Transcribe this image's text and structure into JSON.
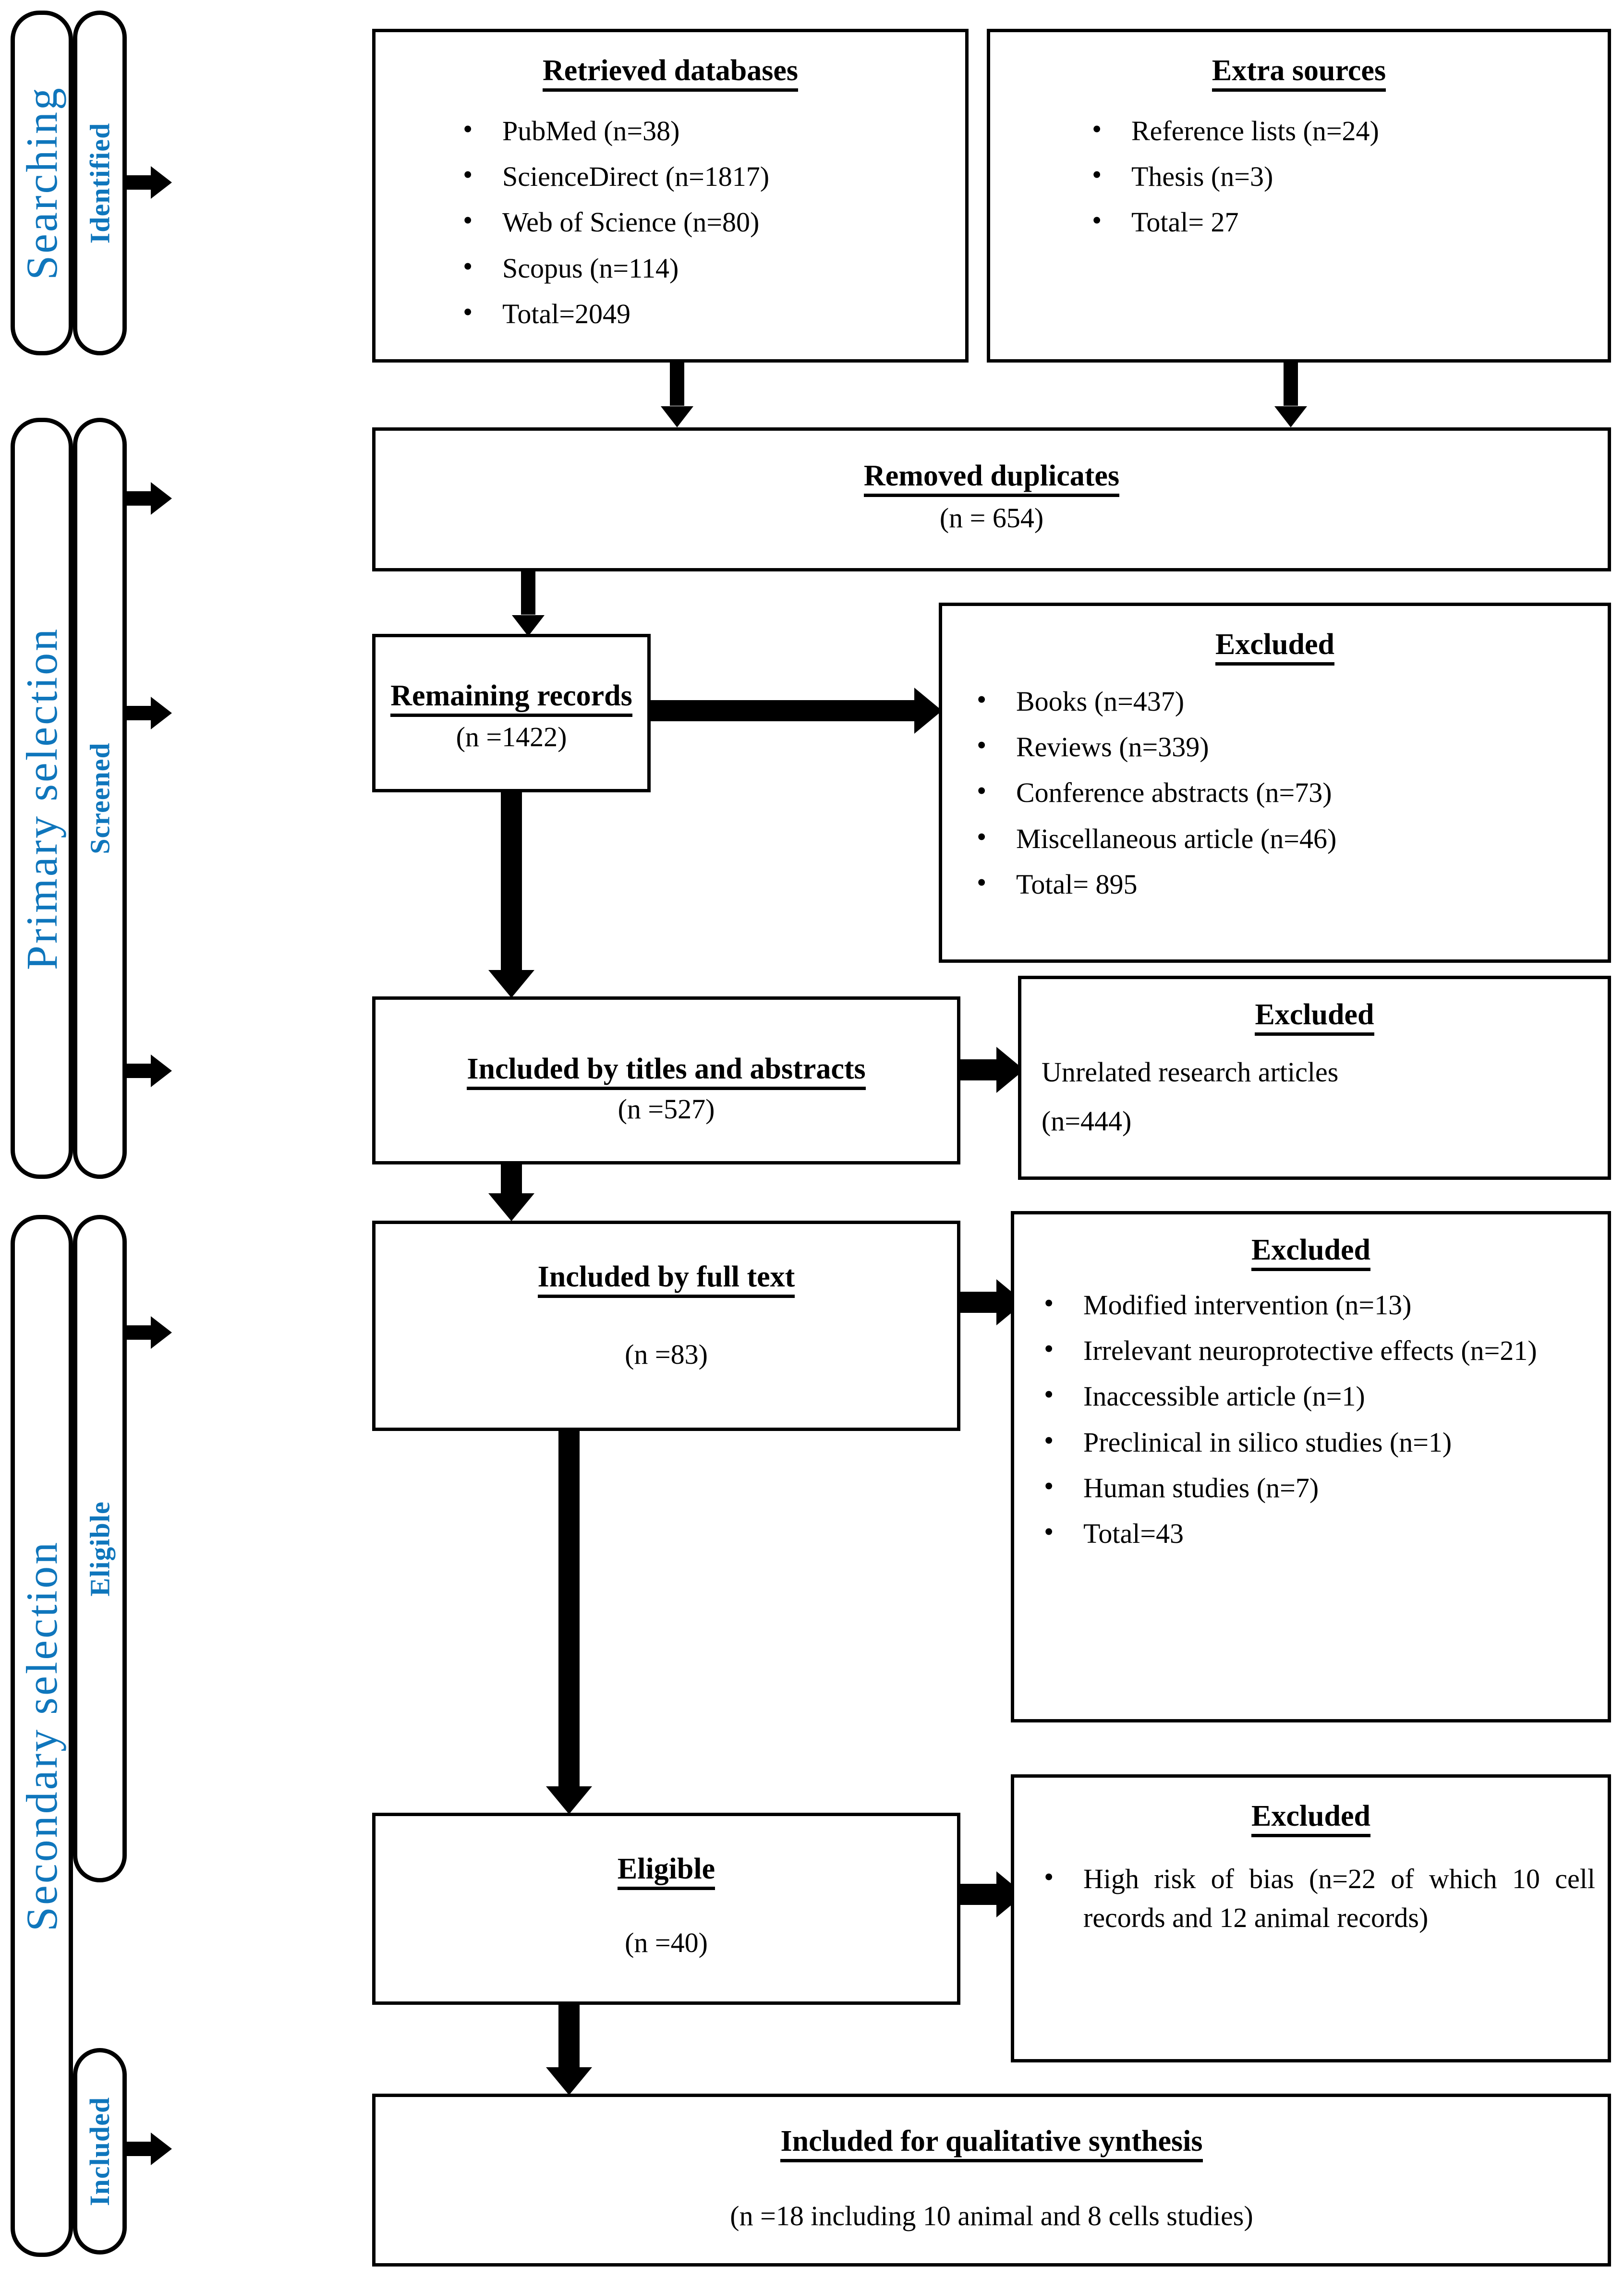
{
  "diagram": {
    "title": "PRISMA flow diagram",
    "accent_color": "#0f76bc",
    "line_color": "#000000"
  },
  "phases": [
    {
      "label": "Searching"
    },
    {
      "label": "Primary selection"
    },
    {
      "label": "Secondary selection"
    }
  ],
  "steps": [
    {
      "label": "Identified"
    },
    {
      "label": "Screened"
    },
    {
      "label": "Eligible"
    },
    {
      "label": "Included"
    }
  ],
  "boxes": {
    "retrieved_databases": {
      "header": "Retrieved databases",
      "items": [
        "PubMed (n=38)",
        "ScienceDirect (n=1817)",
        "Web of Science (n=80)",
        "Scopus (n=114)",
        "Total=2049"
      ]
    },
    "extra_sources": {
      "header": "Extra sources",
      "items": [
        "Reference lists (n=24)",
        "Thesis (n=3)",
        "Total= 27"
      ]
    },
    "removed_duplicates": {
      "header": "Removed duplicates",
      "count": "(n = 654)"
    },
    "remaining_records": {
      "header": "Remaining records",
      "count": "(n =1422)"
    },
    "excluded_screening": {
      "header": "Excluded",
      "items": [
        "Books (n=437)",
        "Reviews (n=339)",
        "Conference abstracts (n=73)",
        "Miscellaneous article (n=46)",
        "Total= 895"
      ]
    },
    "included_titles_abstracts": {
      "header": "Included by titles and abstracts",
      "count": "(n =527)"
    },
    "excluded_titles_abstracts": {
      "header": "Excluded",
      "reason": "Unrelated research articles",
      "count": "(n=444)"
    },
    "included_full_text": {
      "header": "Included by full text",
      "count": "(n =83)"
    },
    "excluded_full_text": {
      "header": "Excluded",
      "items": [
        "Modified intervention (n=13)",
        "Irrelevant neuroprotective effects (n=21)",
        "Inaccessible article (n=1)",
        "Preclinical in silico studies (n=1)",
        "Human studies (n=7)",
        "Total=43"
      ]
    },
    "eligible": {
      "header": "Eligible",
      "count": "(n =40)"
    },
    "excluded_bias": {
      "header": "Excluded",
      "items": [
        "High risk of bias (n=22 of which 10 cell records and 12 animal records)"
      ]
    },
    "included_qualitative": {
      "header": "Included for qualitative synthesis",
      "count": "(n =18 including 10 animal and 8 cells studies)"
    }
  }
}
